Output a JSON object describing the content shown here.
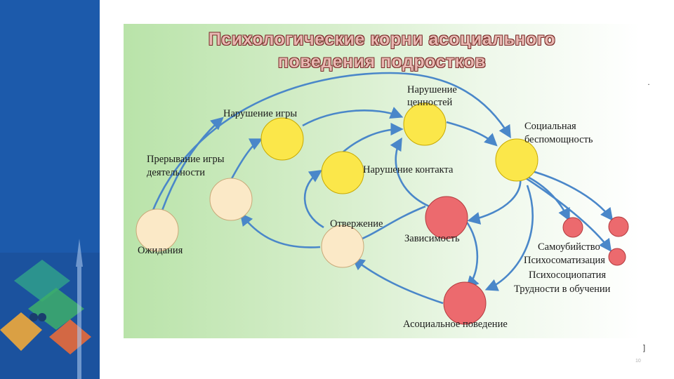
{
  "slide": {
    "title_line1": "Психологические корни асоциального",
    "title_line2": "поведения подростков",
    "page_number": "10"
  },
  "nodes": {
    "expectations": "Ожидания",
    "interruption_line1": "Прерывание игры",
    "interruption_line2": "деятельности",
    "game_violation": "Нарушение игры",
    "value_violation_line1": "Нарушение",
    "value_violation_line2": "ценностей",
    "contact_violation": "Нарушение контакта",
    "social_helplessness_line1": "Социальная",
    "social_helplessness_line2": "беспомощность",
    "rejection": "Отвержение",
    "dependence": "Зависимость",
    "asocial_behavior": "Асоциальное поведение"
  },
  "outcomes": [
    "Самоубийство",
    "Психосоматизация",
    "Психосоциопатия",
    "Трудности в обучении"
  ],
  "colors": {
    "sidebar_blue": "#1f5fb4",
    "beige_node": "#fbe9c7",
    "yellow_node": "#fbe74a",
    "red_node": "#ec6a6e",
    "arrow_blue": "#4a87c9",
    "title_pink": "#e8b8b2"
  }
}
